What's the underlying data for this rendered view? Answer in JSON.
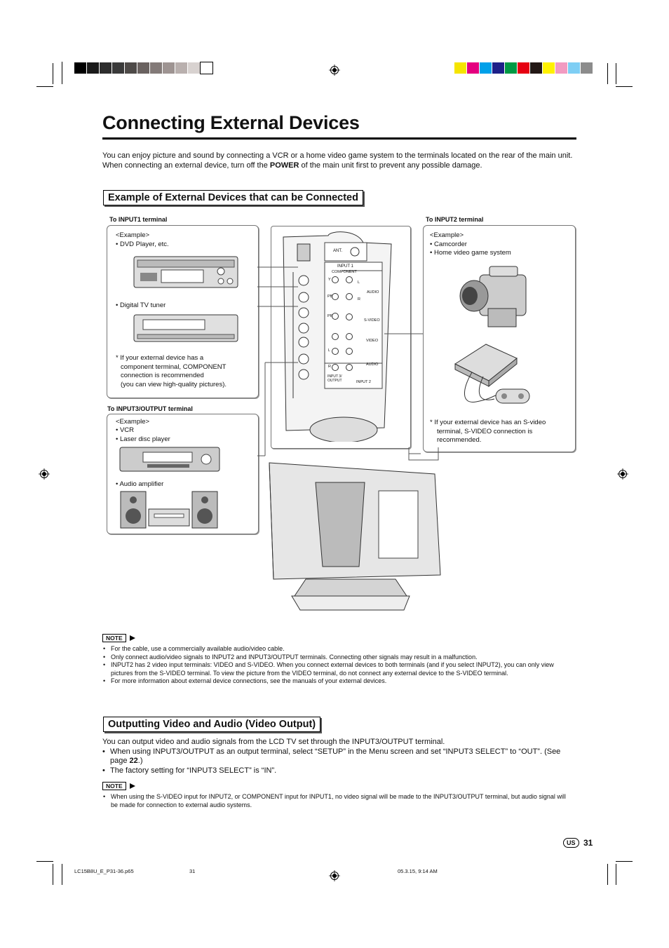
{
  "title": "Connecting External Devices",
  "intro": {
    "line1": "You can enjoy picture and sound by connecting a VCR or a home video game system to the terminals located on the rear of the main unit.",
    "line2_pre": "When connecting an external device, turn off the ",
    "line2_bold": "POWER",
    "line2_post": " of the main unit first to prevent any possible damage."
  },
  "section1": {
    "heading": "Example of External Devices that can be Connected",
    "input1_label": "To  INPUT1 terminal",
    "input1_box": {
      "example": "<Example>",
      "item1": "• DVD Player, etc.",
      "item2": "• Digital TV tuner",
      "note_l1": "* If your external device has a",
      "note_l2": "component terminal, COMPONENT",
      "note_l3": "connection is recommended",
      "note_l4": "(you can view high-quality pictures)."
    },
    "input3_label": "To INPUT3/OUTPUT terminal",
    "input3_box": {
      "example": "<Example>",
      "item1": "• VCR",
      "item2": "• Laser disc player",
      "item3": "• Audio amplifier"
    },
    "input2_label": "To INPUT2 terminal",
    "input2_box": {
      "example": "<Example>",
      "item1": "• Camcorder",
      "item2": "• Home video game system",
      "note_l1": "*   If your external device has an S-video",
      "note_l2": "terminal, S-VIDEO connection is",
      "note_l3": "recommended."
    },
    "panel": {
      "ant": "ANT.",
      "input1": "INPUT 1",
      "component": "COMPONENT",
      "y": "Y",
      "pb": "PB",
      "pr": "PR",
      "l": "L",
      "r": "R",
      "audio": "AUDIO",
      "svideo": "S-VIDEO",
      "video": "VIDEO",
      "input3": "INPUT 3/ OUTPUT",
      "input2": "INPUT 2"
    }
  },
  "note_label": "NOTE",
  "notes1": [
    "For the cable, use a commercially available audio/video cable.",
    "Only connect audio/video signals to INPUT2 and INPUT3/OUTPUT terminals. Connecting other signals may result in a malfunction.",
    "INPUT2 has 2 video input terminals: VIDEO and S-VIDEO. When you connect external devices to both terminals (and if you select INPUT2), you can only view pictures from the S-VIDEO terminal. To view the picture from the VIDEO terminal, do not connect any external device to the S-VIDEO terminal.",
    "For more information about external device connections, see the manuals of your external devices."
  ],
  "section2": {
    "heading": "Outputting Video and Audio (Video Output)",
    "body": "You can output video and audio signals from the LCD TV set through the INPUT3/OUTPUT terminal.",
    "bullet1_pre": "When using INPUT3/OUTPUT as an output terminal, select “SETUP” in the Menu screen and set “INPUT3 SELECT” to “OUT”.  (See page ",
    "bullet1_bold": "22",
    "bullet1_post": ".)",
    "bullet2": "The factory setting for “INPUT3 SELECT” is “IN”."
  },
  "notes2": [
    "When using the S-VIDEO input for INPUT2, or COMPONENT input for INPUT1, no video signal will be made to the INPUT3/OUTPUT terminal, but audio signal will be made for connection to external audio systems."
  ],
  "page": {
    "region": "US",
    "number": "31"
  },
  "footer": {
    "file": "LC15B8U_E_P31-36.p65",
    "page": "31",
    "date": "05.3.15, 9:14 AM"
  },
  "colors": {
    "grays": [
      "#000000",
      "#1a1a1a",
      "#2d2d2d",
      "#3a3a3a",
      "#4e4a48",
      "#6a6260",
      "#837a78",
      "#9e9492",
      "#b9b0ae",
      "#d8d2d0",
      "#ffffff"
    ],
    "process": [
      "#f5e400",
      "#e4007f",
      "#00a0e9",
      "#1d2088",
      "#009944",
      "#e60012",
      "#231815",
      "#fff100",
      "#f29bc1",
      "#7ecef4",
      "#8c8c8c"
    ]
  }
}
